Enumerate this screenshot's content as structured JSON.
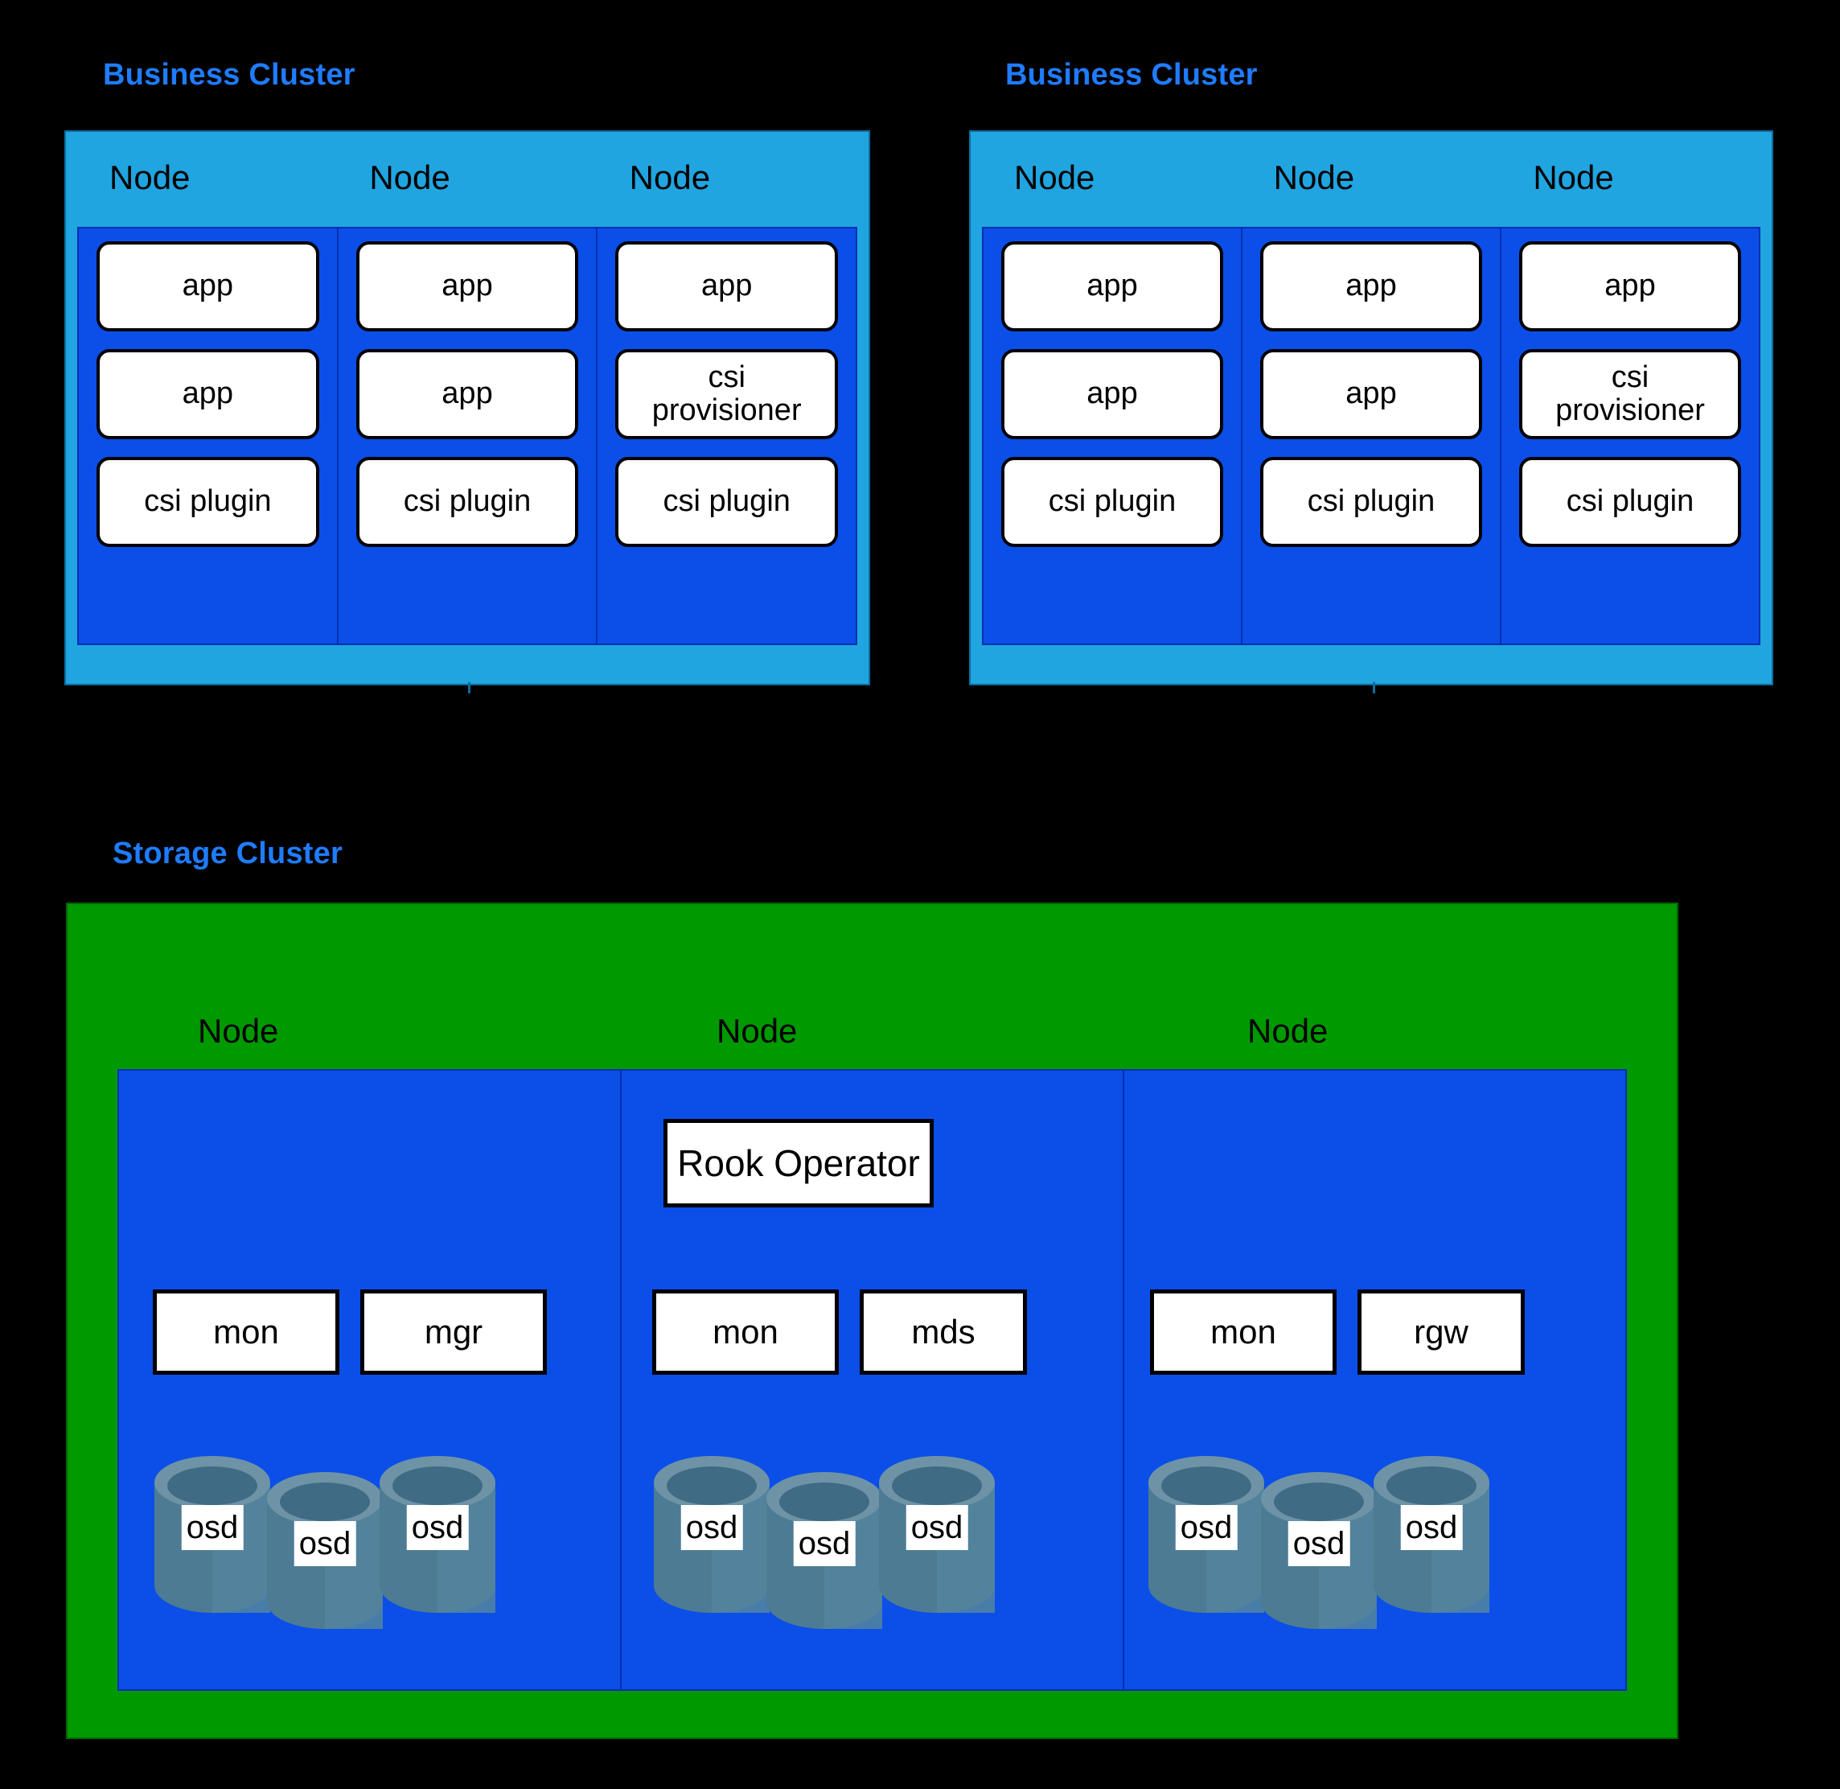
{
  "diagram": {
    "title_color": "#1f7cff",
    "background": "#000000",
    "business_cluster_color": "#20a5e0",
    "node_panel_color": "#0b4fe8",
    "storage_cluster_color": "#009900",
    "pod_color": "#ffffff",
    "osd_color": "#4a7189"
  },
  "business_clusters": [
    {
      "title": "Business Cluster",
      "nodes": [
        {
          "label": "Node",
          "pods": [
            "app",
            "app",
            "csi plugin"
          ]
        },
        {
          "label": "Node",
          "pods": [
            "app",
            "app",
            "csi plugin"
          ]
        },
        {
          "label": "Node",
          "pods": [
            "app",
            "csi\nprovisioner",
            "csi plugin"
          ]
        }
      ]
    },
    {
      "title": "Business Cluster",
      "nodes": [
        {
          "label": "Node",
          "pods": [
            "app",
            "app",
            "csi plugin"
          ]
        },
        {
          "label": "Node",
          "pods": [
            "app",
            "app",
            "csi plugin"
          ]
        },
        {
          "label": "Node",
          "pods": [
            "app",
            "csi\nprovisioner",
            "csi plugin"
          ]
        }
      ]
    }
  ],
  "storage_cluster": {
    "title": "Storage Cluster",
    "nodes": [
      {
        "label": "Node",
        "operator": null,
        "daemons": [
          "mon",
          "mgr"
        ],
        "osds": [
          "osd",
          "osd",
          "osd"
        ]
      },
      {
        "label": "Node",
        "operator": "Rook Operator",
        "daemons": [
          "mon",
          "mds"
        ],
        "osds": [
          "osd",
          "osd",
          "osd"
        ]
      },
      {
        "label": "Node",
        "operator": null,
        "daemons": [
          "mon",
          "rgw"
        ],
        "osds": [
          "osd",
          "osd",
          "osd"
        ]
      }
    ]
  }
}
